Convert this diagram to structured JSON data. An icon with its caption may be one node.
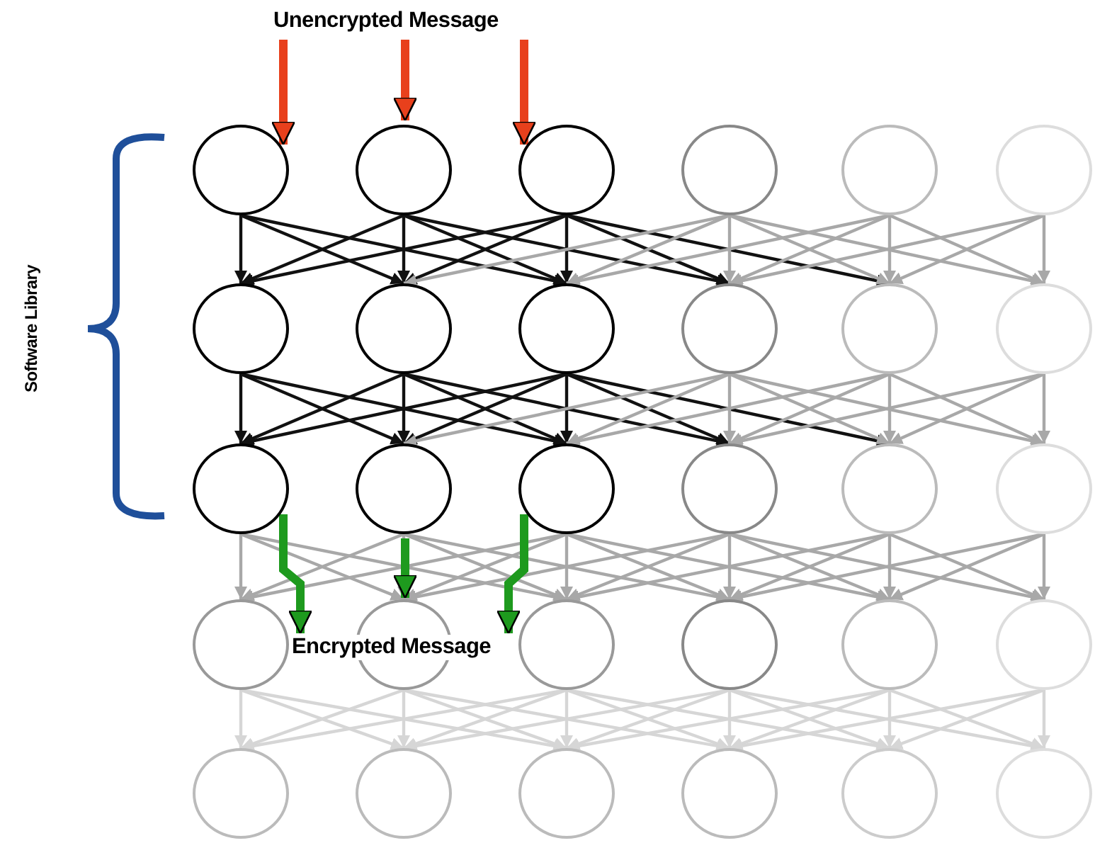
{
  "diagram": {
    "nodes": [
      {
        "text": [],
        "shape": "circle"
      },
      {
        "text": [],
        "shape": "circle"
      },
      {
        "text": [],
        "shape": "circle"
      },
      {
        "text": [],
        "shape": "circle"
      },
      {
        "text": [],
        "shape": "circle"
      },
      {
        "text": [],
        "shape": "circle"
      },
      {
        "text": [],
        "shape": "circle"
      },
      {
        "text": [],
        "shape": "circle"
      },
      {
        "text": [],
        "shape": "circle"
      },
      {
        "text": [],
        "shape": "circle"
      },
      {
        "text": [],
        "shape": "circle"
      },
      {
        "text": [],
        "shape": "circle"
      },
      {
        "text": [],
        "shape": "circle"
      },
      {
        "text": [],
        "shape": "circle"
      },
      {
        "text": [],
        "shape": "circle"
      },
      {
        "text": [],
        "shape": "circle"
      },
      {
        "text": [],
        "shape": "circle"
      },
      {
        "text": [],
        "shape": "circle"
      },
      {
        "text": [],
        "shape": "circle"
      },
      {
        "text": [],
        "shape": "circle"
      },
      {
        "text": [],
        "shape": "circle"
      },
      {
        "text": [],
        "shape": "circle"
      },
      {
        "text": [],
        "shape": "circle"
      },
      {
        "text": [],
        "shape": "circle"
      },
      {
        "text": [],
        "shape": "circle"
      },
      {
        "text": [],
        "shape": "circle"
      },
      {
        "text": [],
        "shape": "circle"
      },
      {
        "text": [],
        "shape": "circle"
      },
      {
        "text": [],
        "shape": "circle"
      },
      {
        "text": [],
        "shape": "circle"
      },
      {
        "text": [
          "Unencrypted Message"
        ]
      },
      {
        "text": [
          "Encrypted Message"
        ]
      }
    ],
    "edges": [
      {
        "from": 0,
        "to": 6,
        "arrow": "to",
        "color": "#111111"
      },
      {
        "from": 0,
        "to": 7,
        "arrow": "to",
        "color": "#111111"
      },
      {
        "from": 0,
        "to": 8,
        "arrow": "to",
        "color": "#111111"
      },
      {
        "from": 1,
        "to": 6,
        "arrow": "to",
        "color": "#111111"
      },
      {
        "from": 1,
        "to": 7,
        "arrow": "to",
        "color": "#111111"
      },
      {
        "from": 1,
        "to": 8,
        "arrow": "to",
        "color": "#111111"
      },
      {
        "from": 1,
        "to": 9,
        "arrow": "to",
        "color": "#111111"
      },
      {
        "from": 2,
        "to": 6,
        "arrow": "to",
        "color": "#111111"
      },
      {
        "from": 2,
        "to": 7,
        "arrow": "to",
        "color": "#111111"
      },
      {
        "from": 2,
        "to": 8,
        "arrow": "to",
        "color": "#111111"
      },
      {
        "from": 2,
        "to": 9,
        "arrow": "to",
        "color": "#111111"
      },
      {
        "from": 2,
        "to": 10,
        "arrow": "to",
        "color": "#111111"
      },
      {
        "from": 3,
        "to": 7,
        "arrow": "to"
      },
      {
        "from": 3,
        "to": 8,
        "arrow": "to"
      },
      {
        "from": 3,
        "to": 9,
        "arrow": "to"
      },
      {
        "from": 3,
        "to": 10,
        "arrow": "to"
      },
      {
        "from": 3,
        "to": 11,
        "arrow": "to"
      },
      {
        "from": 4,
        "to": 8,
        "arrow": "to"
      },
      {
        "from": 4,
        "to": 9,
        "arrow": "to"
      },
      {
        "from": 4,
        "to": 10,
        "arrow": "to"
      },
      {
        "from": 4,
        "to": 11,
        "arrow": "to"
      },
      {
        "from": 5,
        "to": 9,
        "arrow": "to"
      },
      {
        "from": 5,
        "to": 10,
        "arrow": "to"
      },
      {
        "from": 5,
        "to": 11,
        "arrow": "to"
      },
      {
        "from": 6,
        "to": 12,
        "arrow": "to",
        "color": "#111111"
      },
      {
        "from": 6,
        "to": 13,
        "arrow": "to",
        "color": "#111111"
      },
      {
        "from": 6,
        "to": 14,
        "arrow": "to",
        "color": "#111111"
      },
      {
        "from": 7,
        "to": 12,
        "arrow": "to",
        "color": "#111111"
      },
      {
        "from": 7,
        "to": 13,
        "arrow": "to",
        "color": "#111111"
      },
      {
        "from": 7,
        "to": 14,
        "arrow": "to",
        "color": "#111111"
      },
      {
        "from": 7,
        "to": 15,
        "arrow": "to",
        "color": "#111111"
      },
      {
        "from": 8,
        "to": 12,
        "arrow": "to",
        "color": "#111111"
      },
      {
        "from": 8,
        "to": 13,
        "arrow": "to",
        "color": "#111111"
      },
      {
        "from": 8,
        "to": 14,
        "arrow": "to",
        "color": "#111111"
      },
      {
        "from": 8,
        "to": 15,
        "arrow": "to",
        "color": "#111111"
      },
      {
        "from": 8,
        "to": 16,
        "arrow": "to",
        "color": "#111111"
      },
      {
        "from": 9,
        "to": 13,
        "arrow": "to"
      },
      {
        "from": 9,
        "to": 14,
        "arrow": "to"
      },
      {
        "from": 9,
        "to": 15,
        "arrow": "to"
      },
      {
        "from": 9,
        "to": 16,
        "arrow": "to"
      },
      {
        "from": 9,
        "to": 17,
        "arrow": "to"
      },
      {
        "from": 10,
        "to": 14,
        "arrow": "to"
      },
      {
        "from": 10,
        "to": 15,
        "arrow": "to"
      },
      {
        "from": 10,
        "to": 16,
        "arrow": "to"
      },
      {
        "from": 10,
        "to": 17,
        "arrow": "to"
      },
      {
        "from": 11,
        "to": 15,
        "arrow": "to"
      },
      {
        "from": 11,
        "to": 16,
        "arrow": "to"
      },
      {
        "from": 11,
        "to": 17,
        "arrow": "to"
      },
      {
        "from": 12,
        "to": 18,
        "arrow": "to"
      },
      {
        "from": 12,
        "to": 19,
        "arrow": "to"
      },
      {
        "from": 12,
        "to": 20,
        "arrow": "to"
      },
      {
        "from": 13,
        "to": 18,
        "arrow": "to"
      },
      {
        "from": 13,
        "to": 19,
        "arrow": "to"
      },
      {
        "from": 13,
        "to": 20,
        "arrow": "to"
      },
      {
        "from": 13,
        "to": 21,
        "arrow": "to"
      },
      {
        "from": 14,
        "to": 18,
        "arrow": "to"
      },
      {
        "from": 14,
        "to": 19,
        "arrow": "to"
      },
      {
        "from": 14,
        "to": 20,
        "arrow": "to"
      },
      {
        "from": 14,
        "to": 21,
        "arrow": "to"
      },
      {
        "from": 14,
        "to": 22,
        "arrow": "to"
      },
      {
        "from": 15,
        "to": 19,
        "arrow": "to"
      },
      {
        "from": 15,
        "to": 20,
        "arrow": "to"
      },
      {
        "from": 15,
        "to": 21,
        "arrow": "to"
      },
      {
        "from": 15,
        "to": 22,
        "arrow": "to"
      },
      {
        "from": 15,
        "to": 23,
        "arrow": "to"
      },
      {
        "from": 16,
        "to": 20,
        "arrow": "to"
      },
      {
        "from": 16,
        "to": 21,
        "arrow": "to"
      },
      {
        "from": 16,
        "to": 22,
        "arrow": "to"
      },
      {
        "from": 16,
        "to": 23,
        "arrow": "to"
      },
      {
        "from": 17,
        "to": 21,
        "arrow": "to"
      },
      {
        "from": 17,
        "to": 22,
        "arrow": "to"
      },
      {
        "from": 17,
        "to": 23,
        "arrow": "to"
      },
      {
        "from": 18,
        "to": 24,
        "arrow": "to",
        "color": "#d6d6d6"
      },
      {
        "from": 18,
        "to": 25,
        "arrow": "to",
        "color": "#d6d6d6"
      },
      {
        "from": 18,
        "to": 26,
        "arrow": "to",
        "color": "#d6d6d6"
      },
      {
        "from": 19,
        "to": 24,
        "arrow": "to",
        "color": "#d6d6d6"
      },
      {
        "from": 19,
        "to": 25,
        "arrow": "to",
        "color": "#d6d6d6"
      },
      {
        "from": 19,
        "to": 26,
        "arrow": "to",
        "color": "#d6d6d6"
      },
      {
        "from": 19,
        "to": 27,
        "arrow": "to",
        "color": "#d6d6d6"
      },
      {
        "from": 20,
        "to": 24,
        "arrow": "to",
        "color": "#d6d6d6"
      },
      {
        "from": 20,
        "to": 25,
        "arrow": "to",
        "color": "#d6d6d6"
      },
      {
        "from": 20,
        "to": 26,
        "arrow": "to",
        "color": "#d6d6d6"
      },
      {
        "from": 20,
        "to": 27,
        "arrow": "to",
        "color": "#d6d6d6"
      },
      {
        "from": 20,
        "to": 28,
        "arrow": "to",
        "color": "#d6d6d6"
      },
      {
        "from": 21,
        "to": 25,
        "arrow": "to",
        "color": "#d6d6d6"
      },
      {
        "from": 21,
        "to": 26,
        "arrow": "to",
        "color": "#d6d6d6"
      },
      {
        "from": 21,
        "to": 27,
        "arrow": "to",
        "color": "#d6d6d6"
      },
      {
        "from": 21,
        "to": 28,
        "arrow": "to",
        "color": "#d6d6d6"
      },
      {
        "from": 21,
        "to": 29,
        "arrow": "to",
        "color": "#d6d6d6"
      },
      {
        "from": 22,
        "to": 26,
        "arrow": "to",
        "color": "#d6d6d6"
      },
      {
        "from": 22,
        "to": 27,
        "arrow": "to",
        "color": "#d6d6d6"
      },
      {
        "from": 22,
        "to": 28,
        "arrow": "to",
        "color": "#d6d6d6"
      },
      {
        "from": 22,
        "to": 29,
        "arrow": "to",
        "color": "#d6d6d6"
      },
      {
        "from": 23,
        "to": 27,
        "arrow": "to",
        "color": "#d6d6d6"
      },
      {
        "from": 23,
        "to": 28,
        "arrow": "to",
        "color": "#d6d6d6"
      },
      {
        "from": 23,
        "to": 29,
        "arrow": "to",
        "color": "#d6d6d6"
      },
      {
        "from": 30,
        "to": 0,
        "arrow": "to",
        "style": "thick",
        "color": "#e8401c"
      },
      {
        "from": 30,
        "to": 1,
        "arrow": "to",
        "style": "thick",
        "color": "#e8401c"
      },
      {
        "from": 30,
        "to": 2,
        "arrow": "to",
        "style": "thick",
        "color": "#e8401c"
      },
      {
        "from": 12,
        "to": 31,
        "arrow": "to",
        "style": "thick",
        "color": "#1e9a1e"
      },
      {
        "from": 13,
        "to": 19,
        "arrow": "to",
        "style": "thick",
        "color": "#1e9a1e"
      },
      {
        "from": 14,
        "to": 31,
        "arrow": "to",
        "style": "thick",
        "color": "#1e9a1e"
      }
    ],
    "labels": [
      "Software Library"
    ]
  }
}
